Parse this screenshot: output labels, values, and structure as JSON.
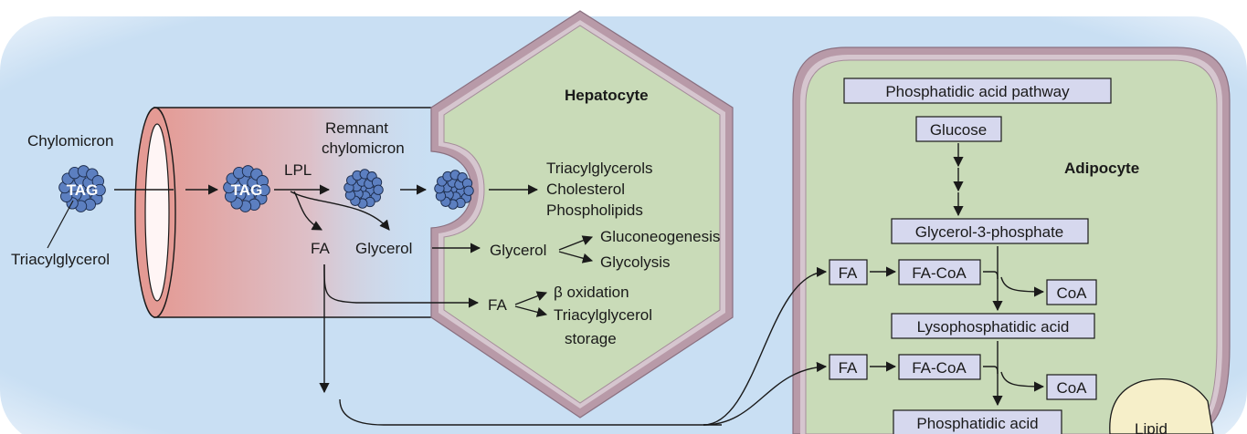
{
  "colors": {
    "background": "#c9dff3",
    "cell_fill": "#c9dbb8",
    "membrane": "#b89aa8",
    "vessel": "#e8a6a0",
    "particle": "#5c7fc0",
    "box_fill": "#d6d8ee"
  },
  "vessel": {
    "chylomicron_label": "Chylomicron",
    "tag_label": "TAG",
    "triacylglycerol_label": "Triacylglycerol",
    "remnant_label_line1": "Remnant",
    "remnant_label_line2": "chylomicron",
    "lpl_label": "LPL",
    "fa_label": "FA",
    "glycerol_label": "Glycerol"
  },
  "hepatocyte": {
    "title": "Hepatocyte",
    "products": [
      "Triacylglycerols",
      "Cholesterol",
      "Phospholipids"
    ],
    "glycerol_label": "Glycerol",
    "glycerol_fates": [
      "Gluconeogenesis",
      "Glycolysis"
    ],
    "fa_label": "FA",
    "fa_fates_line1": "β oxidation",
    "fa_fates_line2": "Triacylglycerol",
    "fa_fates_line3": "storage"
  },
  "adipocyte": {
    "title": "Adipocyte",
    "pathway_label": "Phosphatidic acid pathway",
    "glucose": "Glucose",
    "glycerol_3_phosphate": "Glycerol-3-phosphate",
    "fa_1": "FA",
    "fa_coa_1": "FA-CoA",
    "coa_1": "CoA",
    "lysophosphatidic_acid": "Lysophosphatidic acid",
    "fa_2": "FA",
    "fa_coa_2": "FA-CoA",
    "coa_2": "CoA",
    "phosphatidic_acid": "Phosphatidic acid",
    "lipid_label": "Lipid"
  }
}
